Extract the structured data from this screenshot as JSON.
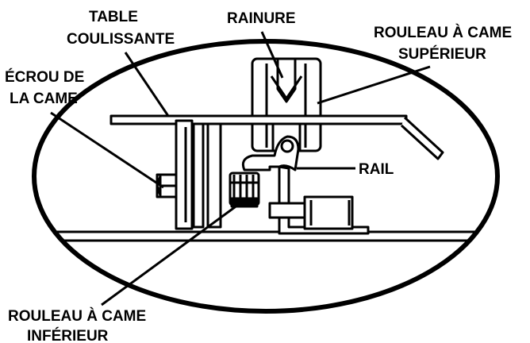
{
  "labels": {
    "table_coulissante_1": "TABLE",
    "table_coulissante_2": "COULISSANTE",
    "rainure": "RAINURE",
    "rouleau_superieur_1": "ROULEAU À CAME",
    "rouleau_superieur_2": "SUPÉRIEUR",
    "ecrou_1": "ÉCROU DE",
    "ecrou_2": "LA CAME",
    "rail": "RAIL",
    "rouleau_inferieur_1": "ROULEAU À CAME",
    "rouleau_inferieur_2": "INFÉRIEUR"
  },
  "colors": {
    "ink": "#000000",
    "paper": "#ffffff"
  }
}
